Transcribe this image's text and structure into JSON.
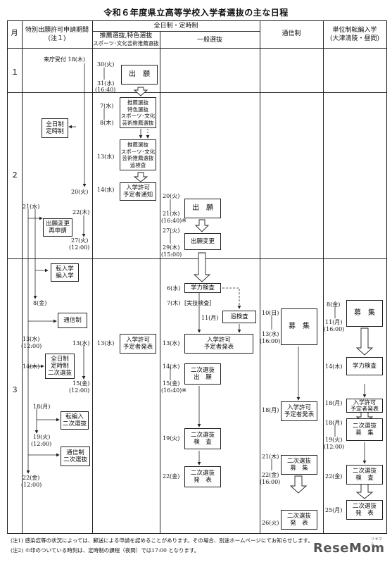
{
  "title": "令和６年度県立高等学校入学者選抜の主な日程",
  "header": {
    "month": "月",
    "special_line1": "特別出願許可申請期間",
    "special_line2": "(注１)",
    "full_day": "全日制・定時制",
    "suisen_line1": "推薦選抜,特色選抜",
    "suisen_line2": "スポーツ･文化芸術推薦選抜",
    "ippan": "一般選抜",
    "tsushin": "通信制",
    "tani_line1": "単位制転編入学",
    "tani_line2": "(大津清陵・昼間)"
  },
  "months": [
    "１",
    "２",
    "３"
  ],
  "special": {
    "raicho": "来庁受付 18(木)",
    "end1": "20(火)",
    "d21": "21(水)",
    "d22": "22(木)",
    "d27": "27(火)",
    "d27t": "(12:00)",
    "d8": "8(金)",
    "d13": "13(水)",
    "d13t": "(12:00)",
    "d13b": "13(水)",
    "d14": "14(木)",
    "d15": "15(金)",
    "d15t": "(12:00)",
    "d18": "18(月)",
    "d19": "19(火)",
    "d19t": "(12:00)",
    "d22b": "22(金)",
    "d22bt": "(12:00)",
    "box_zennichi": "全日制\n定時制",
    "box_henko": "出願変更\n再申請",
    "box_tennyu": "転入学\n編入学",
    "box_tsushin": "通信制",
    "box_zt2": "全日制\n定時制\n二次選抜",
    "box_tenhen": "転編入\n二次選抜",
    "box_tsu2": "通信制\n二次選抜"
  },
  "suisen": {
    "d30": "30(火)",
    "d31": "31(水)",
    "d31t": "(16:40)",
    "shutsugan": "出　願",
    "d7": "7(水)",
    "d8": "8(木)",
    "box_exam": "推薦選抜\n特色選抜\nスポーツ･文化\n芸術推薦選抜",
    "d13": "13(水)",
    "box_tsui": "推薦選抜\nスポーツ･文化\n芸術推薦選抜\n追検査",
    "d14": "14(水)",
    "box_tsuchi": "入学許可\n予定者通知",
    "d13m": "13(水)",
    "box_happyo": "入学許可\n予定者発表"
  },
  "ippan": {
    "d20": "20(火)",
    "d21": "21(水)",
    "d21t": "(16:40)※",
    "shutsugan": "出　願",
    "d27": "27(火)",
    "d29": "29(木)",
    "d29t": "(15:00)",
    "henko": "出願変更",
    "d6": "6(水)",
    "gakuryoku": "学力検査",
    "d7": "7(木)",
    "jitsugi": "[実技検査]",
    "d11": "11(月)",
    "tsui": "追検査",
    "d13": "13(水)",
    "happyo": "入学許可\n予定者発表",
    "d14": "14(木)",
    "d15": "15(金)",
    "d15t": "(16:40)※",
    "niji_shutsugan": "二次選抜\n出　願",
    "d19": "19(火)",
    "niji_kensa": "二次選抜\n検　査",
    "d22": "22(金)",
    "niji_happyo": "二次選抜\n発　表"
  },
  "tsushin": {
    "d10": "10(日)",
    "d13": "13(水)",
    "d13t": "(16:00)",
    "boshu": "募　集",
    "d18": "18(月)",
    "happyo": "入学許可\n予定者発表",
    "d21": "21(木)",
    "d22": "22(金)",
    "d22t": "(16:00)",
    "niji_boshu": "二次選抜\n募　集",
    "d26": "26(火)",
    "niji_happyo": "二次選抜\n発　表"
  },
  "tani": {
    "d8": "8(金)",
    "d11": "11(月)",
    "d11t": "(16:00)",
    "boshu": "募　集",
    "d14": "14(木)",
    "gakuryoku": "学力検査",
    "d18a": "18(月)",
    "happyo": "入学許可\n予定者発表",
    "d18b": "18(月)",
    "d19": "19(火)",
    "d19t": "(12:00)",
    "niji_boshu": "二次選抜\n募　集",
    "d22": "22(金)",
    "niji_kensa": "二次選抜\n検　査",
    "d25": "25(月)",
    "niji_happyo": "二次選抜\n発　表"
  },
  "notes": [
    "(注1) 感染症等の状況によっては、郵送による申請を認めることがあります。その場合、別途ホームページにてお知らせします。",
    "(注2) ※印のついている時刻は、定時制の課程（夜間）では17:00 となります。"
  ],
  "logo": "ReseMom",
  "logo_small": "リセマム"
}
